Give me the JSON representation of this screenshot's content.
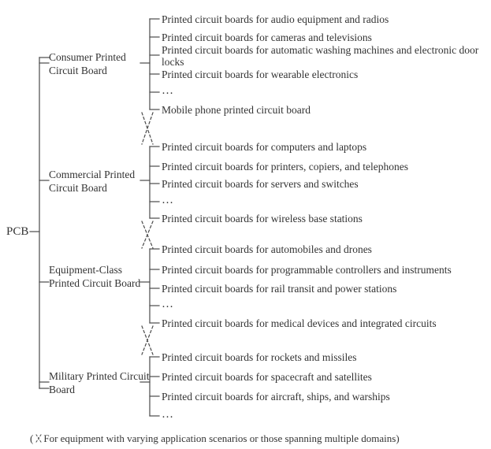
{
  "diagram": {
    "type": "tree-bracket-diagram",
    "root": {
      "label": "PCB"
    },
    "groups": [
      {
        "label": "Consumer Printed Circuit Board",
        "leaves": [
          "Printed circuit boards for audio equipment and radios",
          "Printed circuit boards for cameras and televisions",
          "Printed circuit boards for automatic washing machines and electronic door locks",
          "Printed circuit boards for wearable electronics",
          "…",
          "Mobile phone printed circuit board"
        ]
      },
      {
        "label": "Commercial Printed Circuit Board",
        "leaves": [
          "Printed circuit boards for computers and laptops",
          "Printed circuit boards for printers, copiers, and telephones",
          "Printed circuit boards for servers and switches",
          "…",
          "Printed circuit boards for wireless base stations"
        ]
      },
      {
        "label": "Equipment-Class Printed Circuit Board",
        "leaves": [
          "Printed circuit boards for automobiles and drones",
          "Printed circuit boards for programmable controllers and instruments",
          "Printed circuit boards for rail transit and power stations",
          "…",
          "Printed circuit boards for medical devices and integrated circuits"
        ]
      },
      {
        "label": "Military Printed Circuit Board",
        "leaves": [
          "Printed circuit boards for rockets and missiles",
          "Printed circuit boards for spacecraft and satellites",
          "Printed circuit boards for aircraft, ships, and warships",
          "…"
        ]
      }
    ],
    "connectors": {
      "style": "dashed-x",
      "meaning": "cross-domain overlap between adjacent categories"
    },
    "footnote": {
      "open_paren": "(",
      "mark": "dashed-x-mark",
      "text": "For equipment with varying application scenarios or those spanning multiple domains)"
    }
  },
  "colors": {
    "text": "#333333",
    "line": "#4a4a4a",
    "background": "#ffffff"
  }
}
